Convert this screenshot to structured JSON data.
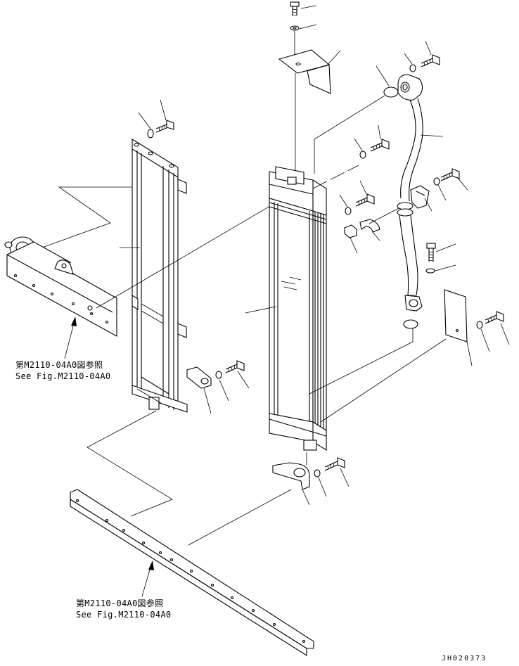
{
  "notes": {
    "left_ref_jp": "第M2110-04A0図参照",
    "left_ref_en": "See Fig.M2110-04A0",
    "bottom_ref_jp": "第M2110-04A0図参照",
    "bottom_ref_en": "See Fig.M2110-04A0"
  },
  "drawing_code": "JH020373",
  "colors": {
    "ink": "#000000",
    "paper": "#ffffff"
  }
}
